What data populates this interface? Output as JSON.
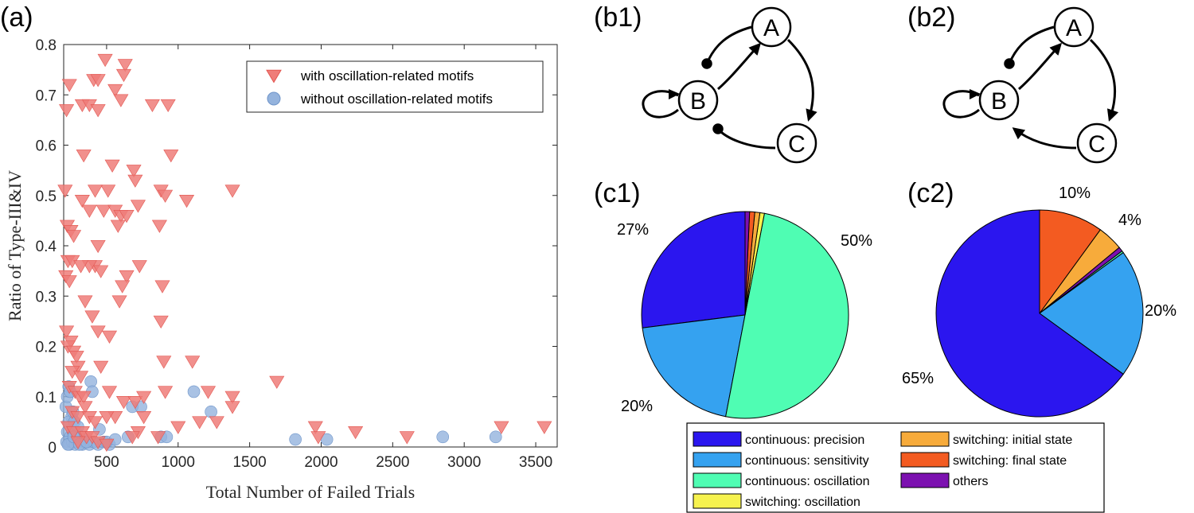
{
  "panel_labels": {
    "a": "(a)",
    "b1": "(b1)",
    "b2": "(b2)",
    "c1": "(c1)",
    "c2": "(c2)"
  },
  "colors": {
    "triangle": "#ef7d79",
    "triangle_edge": "#e35650",
    "circle": "#94b3dd",
    "circle_edge": "#6f95c9"
  },
  "network_nodes": {
    "a": "A",
    "b": "B",
    "c": "C"
  },
  "chart_data": [
    {
      "type": "scatter",
      "xlabel": "Total Number of Failed Trials",
      "ylabel": "Ratio of Type-III&IV",
      "xlim": [
        200,
        3650
      ],
      "ylim": [
        0,
        0.8
      ],
      "xticks": [
        500,
        1000,
        1500,
        2000,
        2500,
        3000,
        3500
      ],
      "yticks": [
        0,
        0.1,
        0.2,
        0.3,
        0.4,
        0.5,
        0.6,
        0.7,
        0.8
      ],
      "ytick_labels": [
        "0",
        "0.1",
        "0.2",
        "0.3",
        "0.4",
        "0.5",
        "0.6",
        "0.7",
        "0.8"
      ],
      "legend_position": "top-right",
      "grid": false,
      "series": [
        {
          "name": "with oscillation-related motifs",
          "marker": "triangle-down",
          "points": [
            [
              220,
              0.67
            ],
            [
              240,
              0.72
            ],
            [
              210,
              0.51
            ],
            [
              225,
              0.44
            ],
            [
              250,
              0.43
            ],
            [
              270,
              0.42
            ],
            [
              230,
              0.37
            ],
            [
              260,
              0.37
            ],
            [
              215,
              0.34
            ],
            [
              240,
              0.33
            ],
            [
              220,
              0.23
            ],
            [
              250,
              0.21
            ],
            [
              230,
              0.2
            ],
            [
              270,
              0.19
            ],
            [
              290,
              0.18
            ],
            [
              300,
              0.16
            ],
            [
              260,
              0.15
            ],
            [
              320,
              0.14
            ],
            [
              240,
              0.12
            ],
            [
              280,
              0.11
            ],
            [
              310,
              0.1
            ],
            [
              340,
              0.1
            ],
            [
              350,
              0.08
            ],
            [
              260,
              0.07
            ],
            [
              300,
              0.06
            ],
            [
              380,
              0.06
            ],
            [
              420,
              0.05
            ],
            [
              230,
              0.04
            ],
            [
              270,
              0.03
            ],
            [
              330,
              0.03
            ],
            [
              360,
              0.02
            ],
            [
              400,
              0.02
            ],
            [
              300,
              0.01
            ],
            [
              440,
              0.01
            ],
            [
              500,
              0.005
            ],
            [
              330,
              0.68
            ],
            [
              380,
              0.68
            ],
            [
              410,
              0.73
            ],
            [
              440,
              0.73
            ],
            [
              440,
              0.67
            ],
            [
              490,
              0.77
            ],
            [
              560,
              0.71
            ],
            [
              630,
              0.76
            ],
            [
              620,
              0.74
            ],
            [
              600,
              0.69
            ],
            [
              340,
              0.58
            ],
            [
              540,
              0.56
            ],
            [
              510,
              0.51
            ],
            [
              420,
              0.51
            ],
            [
              330,
              0.49
            ],
            [
              380,
              0.47
            ],
            [
              480,
              0.47
            ],
            [
              560,
              0.47
            ],
            [
              600,
              0.46
            ],
            [
              640,
              0.46
            ],
            [
              580,
              0.44
            ],
            [
              440,
              0.4
            ],
            [
              420,
              0.36
            ],
            [
              380,
              0.36
            ],
            [
              460,
              0.35
            ],
            [
              320,
              0.36
            ],
            [
              640,
              0.34
            ],
            [
              610,
              0.32
            ],
            [
              590,
              0.29
            ],
            [
              520,
              0.22
            ],
            [
              440,
              0.23
            ],
            [
              350,
              0.29
            ],
            [
              400,
              0.26
            ],
            [
              460,
              0.16
            ],
            [
              520,
              0.11
            ],
            [
              620,
              0.09
            ],
            [
              700,
              0.09
            ],
            [
              560,
              0.06
            ],
            [
              500,
              0.06
            ],
            [
              720,
              0.03
            ],
            [
              760,
              0.06
            ],
            [
              680,
              0.02
            ],
            [
              690,
              0.55
            ],
            [
              700,
              0.53
            ],
            [
              720,
              0.48
            ],
            [
              730,
              0.36
            ],
            [
              820,
              0.68
            ],
            [
              880,
              0.51
            ],
            [
              870,
              0.44
            ],
            [
              930,
              0.68
            ],
            [
              950,
              0.58
            ],
            [
              910,
              0.5
            ],
            [
              1060,
              0.49
            ],
            [
              1380,
              0.51
            ],
            [
              890,
              0.32
            ],
            [
              880,
              0.25
            ],
            [
              900,
              0.17
            ],
            [
              910,
              0.11
            ],
            [
              1000,
              0.04
            ],
            [
              1100,
              0.17
            ],
            [
              1150,
              0.05
            ],
            [
              1210,
              0.11
            ],
            [
              1270,
              0.05
            ],
            [
              1380,
              0.1
            ],
            [
              1380,
              0.08
            ],
            [
              1690,
              0.13
            ],
            [
              1960,
              0.04
            ],
            [
              1980,
              0.02
            ],
            [
              2240,
              0.03
            ],
            [
              2600,
              0.02
            ],
            [
              3260,
              0.04
            ],
            [
              3560,
              0.04
            ],
            [
              760,
              0.1
            ],
            [
              860,
              0.02
            ]
          ]
        },
        {
          "name": "without oscillation-related motifs",
          "marker": "circle",
          "points": [
            [
              215,
              0.08
            ],
            [
              225,
              0.1
            ],
            [
              235,
              0.12
            ],
            [
              245,
              0.11
            ],
            [
              255,
              0.06
            ],
            [
              235,
              0.05
            ],
            [
              265,
              0.07
            ],
            [
              275,
              0.05
            ],
            [
              225,
              0.03
            ],
            [
              245,
              0.02
            ],
            [
              265,
              0.03
            ],
            [
              285,
              0.03
            ],
            [
              300,
              0.04
            ],
            [
              320,
              0.02
            ],
            [
              220,
              0.01
            ],
            [
              240,
              0.005
            ],
            [
              260,
              0.01
            ],
            [
              280,
              0.005
            ],
            [
              300,
              0.01
            ],
            [
              330,
              0.005
            ],
            [
              350,
              0.01
            ],
            [
              380,
              0.005
            ],
            [
              410,
              0.01
            ],
            [
              440,
              0.005
            ],
            [
              480,
              0.01
            ],
            [
              520,
              0.005
            ],
            [
              230,
              0.005
            ],
            [
              270,
              0.02
            ],
            [
              310,
              0.005
            ],
            [
              360,
              0.01
            ],
            [
              390,
              0.13
            ],
            [
              400,
              0.11
            ],
            [
              450,
              0.035
            ],
            [
              500,
              0.01
            ],
            [
              560,
              0.015
            ],
            [
              650,
              0.02
            ],
            [
              680,
              0.08
            ],
            [
              740,
              0.08
            ],
            [
              880,
              0.02
            ],
            [
              920,
              0.02
            ],
            [
              1110,
              0.11
            ],
            [
              1230,
              0.07
            ],
            [
              1820,
              0.015
            ],
            [
              2040,
              0.015
            ],
            [
              2850,
              0.02
            ],
            [
              3220,
              0.02
            ]
          ]
        }
      ]
    },
    {
      "type": "pie",
      "labels": [
        "continuous: precision",
        "continuous: sensitivity",
        "continuous: oscillation",
        "switching: oscillation",
        "switching: initial state",
        "switching: final state",
        "others"
      ],
      "values": [
        27,
        20,
        50,
        0.7,
        0.8,
        0.8,
        0.7
      ],
      "colors": [
        "#2b16ef",
        "#35a2f0",
        "#4ffdb3",
        "#f6f24e",
        "#f7ab3b",
        "#f35b21",
        "#7c11b0"
      ],
      "pct_labels": [
        "27%",
        "20%",
        "50%"
      ]
    },
    {
      "type": "pie",
      "labels": [
        "continuous: precision",
        "continuous: sensitivity",
        "continuous: oscillation",
        "switching: oscillation",
        "switching: initial state",
        "switching: final state",
        "others"
      ],
      "values": [
        65,
        20,
        0.3,
        0,
        4,
        10,
        0.7
      ],
      "colors": [
        "#2b16ef",
        "#35a2f0",
        "#4ffdb3",
        "#f6f24e",
        "#f7ab3b",
        "#f35b21",
        "#7c11b0"
      ],
      "pct_labels": [
        "10%",
        "4%",
        "20%",
        "65%"
      ]
    }
  ],
  "pie_legend": [
    {
      "label": "continuous: precision",
      "color": "#2b16ef"
    },
    {
      "label": "continuous: sensitivity",
      "color": "#35a2f0"
    },
    {
      "label": "continuous: oscillation",
      "color": "#4ffdb3"
    },
    {
      "label": "switching: oscillation",
      "color": "#f6f24e"
    },
    {
      "label": "switching: initial state",
      "color": "#f7ab3b"
    },
    {
      "label": "switching: final state",
      "color": "#f35b21"
    },
    {
      "label": "others",
      "color": "#7c11b0"
    }
  ]
}
